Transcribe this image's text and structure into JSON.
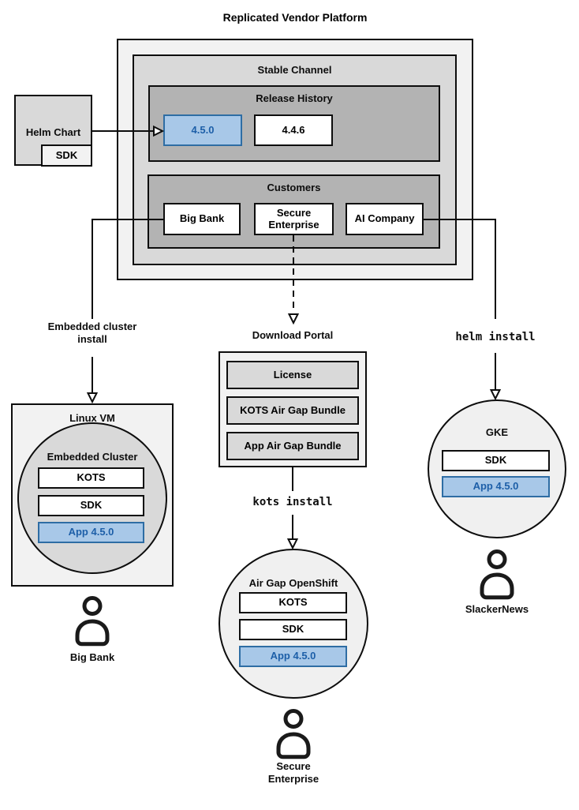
{
  "colors": {
    "highlight_fill": "#a8c8e8",
    "highlight_border": "#2e6da4",
    "highlight_text": "#1d5fa8",
    "container_lightest": "#f2f2f2",
    "container_mid": "#d9d9d9",
    "container_dark": "#b3b3b3",
    "line": "#0d0d0d"
  },
  "title": "Replicated Vendor Platform",
  "platform": {
    "stable_channel_label": "Stable Channel",
    "release_history": {
      "label": "Release History",
      "releases": [
        "4.5.0",
        "4.4.6"
      ],
      "highlighted_release": "4.5.0"
    },
    "customers": {
      "label": "Customers",
      "items": [
        "Big Bank",
        "Secure Enterprise",
        "AI Company"
      ]
    }
  },
  "helm_chart": {
    "label": "Helm Chart",
    "sdk": "SDK"
  },
  "flow_left": {
    "arrow_label": "Embedded cluster install",
    "vm_label": "Linux VM",
    "cluster_label": "Embedded Cluster",
    "stack": [
      "KOTS",
      "SDK",
      "App 4.5.0"
    ],
    "user": "Big Bank"
  },
  "flow_center": {
    "portal_label": "Download Portal",
    "portal_items": [
      "License",
      "KOTS Air Gap Bundle",
      "App Air Gap Bundle"
    ],
    "command": "kots install",
    "cluster_label": "Air Gap OpenShift",
    "stack": [
      "KOTS",
      "SDK",
      "App 4.5.0"
    ],
    "user": "Secure Enterprise"
  },
  "flow_right": {
    "command": "helm install",
    "cluster_label": "GKE",
    "stack": [
      "SDK",
      "App 4.5.0"
    ],
    "user": "SlackerNews"
  }
}
